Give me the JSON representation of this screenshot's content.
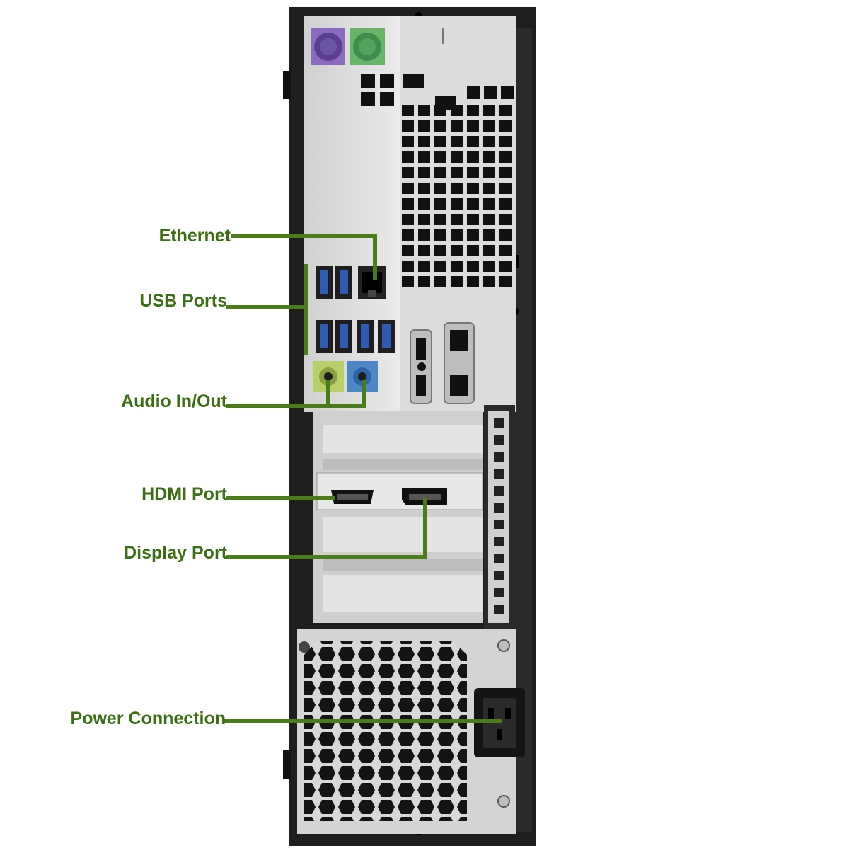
{
  "colors": {
    "callout": "#4a7d1a",
    "callout_text": "#3c6e14",
    "chassis": "#1e1e1e",
    "panel": "#e6e6e6",
    "ps2_keyboard": "#8b6bbf",
    "ps2_mouse": "#6ab46a",
    "usb_blue": "#2f5bb5",
    "audio_green": "#b9cf6a",
    "audio_blue": "#4f86c8"
  },
  "callouts": [
    {
      "id": "ethernet",
      "label": "Ethernet"
    },
    {
      "id": "usb",
      "label": "USB Ports"
    },
    {
      "id": "audio",
      "label": "Audio In/Out"
    },
    {
      "id": "hdmi",
      "label": "HDMI Port"
    },
    {
      "id": "displayport",
      "label": "Display Port"
    },
    {
      "id": "power",
      "label": "Power Connection"
    }
  ]
}
